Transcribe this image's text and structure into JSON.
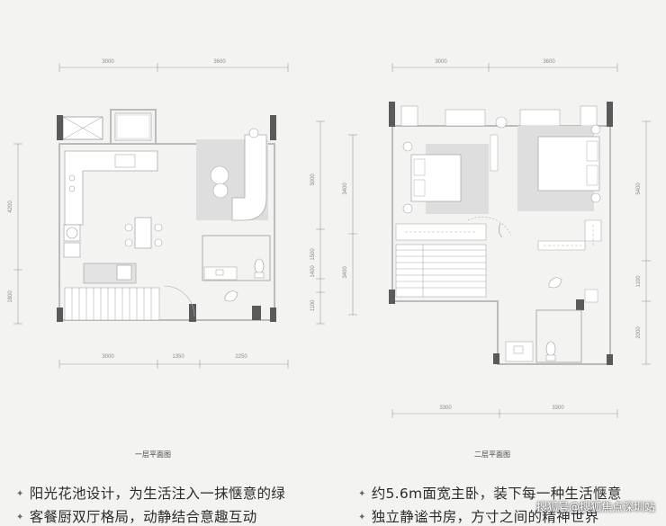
{
  "plan1": {
    "caption": "一层平面图",
    "dims_top": [
      "3000",
      "3600"
    ],
    "dims_bottom": [
      "3000",
      "1350",
      "2250"
    ],
    "dims_left": [
      "4200",
      "1800"
    ],
    "dims_right": [
      "3000",
      "1500",
      "1400",
      "1100"
    ]
  },
  "plan2": {
    "caption": "二层平面图",
    "dims_top": [
      "3000",
      "3600"
    ],
    "dims_bottom": [
      "3300",
      "3300"
    ],
    "dims_left": [
      "3400",
      "3400"
    ],
    "dims_right": [
      "5400",
      "1100",
      "2000"
    ]
  },
  "features": [
    {
      "text": "阳光花池设计，为生活注入一抹惬意的绿"
    },
    {
      "text": "客餐厨双厅格局，动静结合意趣互动"
    },
    {
      "text": "约5.6m面宽主卧，装下每一种生活惬意"
    },
    {
      "text": "独立静谧书房，方寸之间的精神世界"
    }
  ],
  "watermark": "搜狐号@搜狐焦点深圳站",
  "colors": {
    "wall": "#5a5a5a",
    "carpet": "#dedede",
    "line": "#9a9a9a"
  },
  "icons": {
    "bullet": "star-bullet-icon"
  }
}
